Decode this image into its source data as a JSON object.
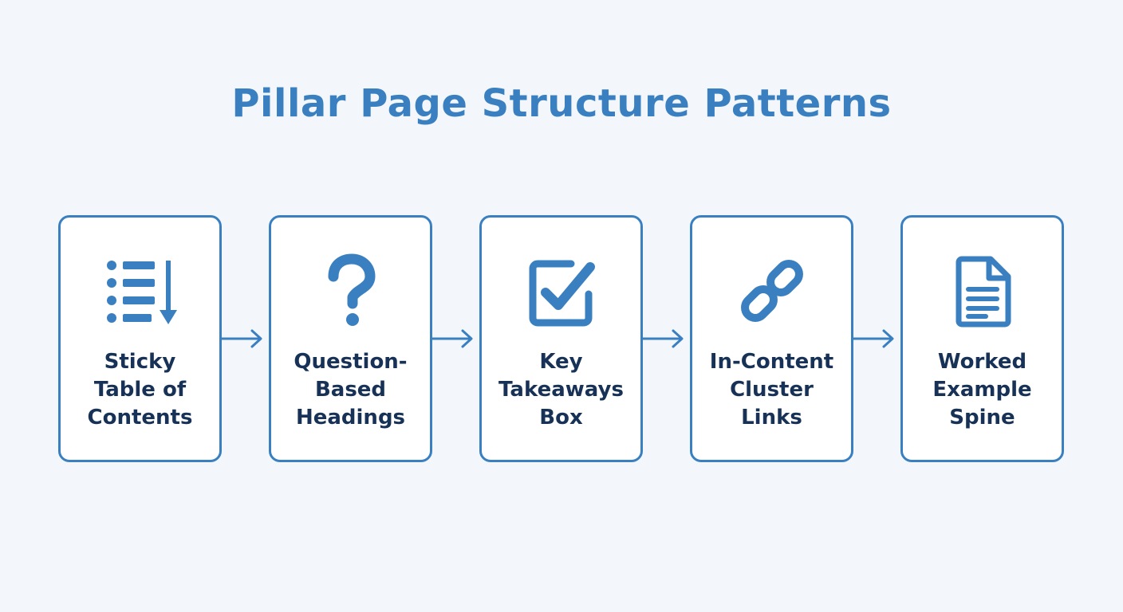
{
  "title": "Pillar Page Structure Patterns",
  "colors": {
    "accent": "#3a80c1",
    "text": "#173256",
    "background": "#f3f7fb",
    "card": "#ffffff"
  },
  "steps": [
    {
      "icon": "table-of-contents-list-icon",
      "lines": [
        "Sticky",
        "Table of",
        "Contents"
      ]
    },
    {
      "icon": "question-mark-icon",
      "lines": [
        "Question-",
        "Based",
        "Headings"
      ]
    },
    {
      "icon": "checkbox-check-icon",
      "lines": [
        "Key",
        "Takeaways",
        "Box"
      ]
    },
    {
      "icon": "chain-link-icon",
      "lines": [
        "In-Content",
        "Cluster",
        "Links"
      ]
    },
    {
      "icon": "document-icon",
      "lines": [
        "Worked",
        "Example",
        "Spine"
      ]
    }
  ]
}
